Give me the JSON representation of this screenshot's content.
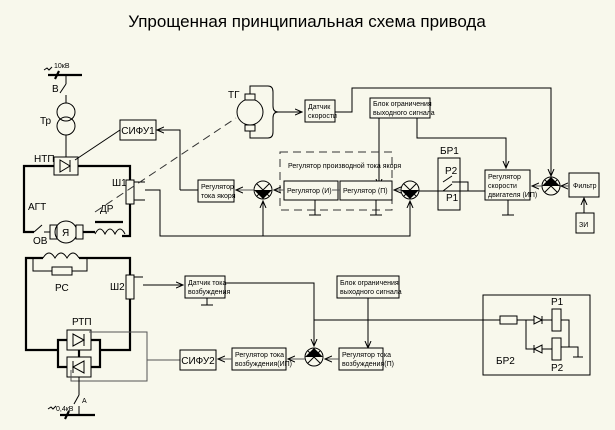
{
  "title": "Упрощенная принципиальная схема привода",
  "power": {
    "supply_high": "10кВ",
    "breaker": "В",
    "transformer": "Тр",
    "armature_converter": "НТП",
    "sifu1": "СИФУ1",
    "shunt1": "Ш1",
    "field_breaker": "АГТ",
    "armature": "Я",
    "reactor": "ДР",
    "field_winding": "ОВ",
    "field_resistor": "РС",
    "shunt2": "Ш2",
    "field_converter": "РТП",
    "sifu2": "СИФУ2",
    "supply_low": "0,4кВ",
    "switch_low": "А"
  },
  "speed_loop": {
    "tachogenerator": "ТГ",
    "speed_sensor": [
      "Датчик",
      "скорости"
    ],
    "limiter1": [
      "Блок ограничения",
      "выходного сигнала"
    ],
    "derivative_group_label": "Регулятор производной тока якоря",
    "reg_i": "Регулятор (И)",
    "reg_p": "Регулятор (П)",
    "armature_current_reg": [
      "Регулятор",
      "тока якоря"
    ],
    "br1": "БР1",
    "p2": "Р2",
    "p1": "Р1",
    "speed_reg": [
      "Регулятор",
      "скорости",
      "двигателя (ИП)"
    ],
    "filter": "Фильтр",
    "zi": "ЗИ"
  },
  "field_loop": {
    "field_current_sensor": [
      "Датчик тока",
      "возбуждения"
    ],
    "limiter2": [
      "Блок ограничения",
      "выходного сигнала"
    ],
    "field_reg_p": [
      "Регулятор тока",
      "возбуждения(П)"
    ],
    "field_reg_ip": [
      "Регулятор тока",
      "возбуждения(ИП)"
    ],
    "br2": "БР2",
    "p1": "Р1",
    "p2": "Р2"
  }
}
